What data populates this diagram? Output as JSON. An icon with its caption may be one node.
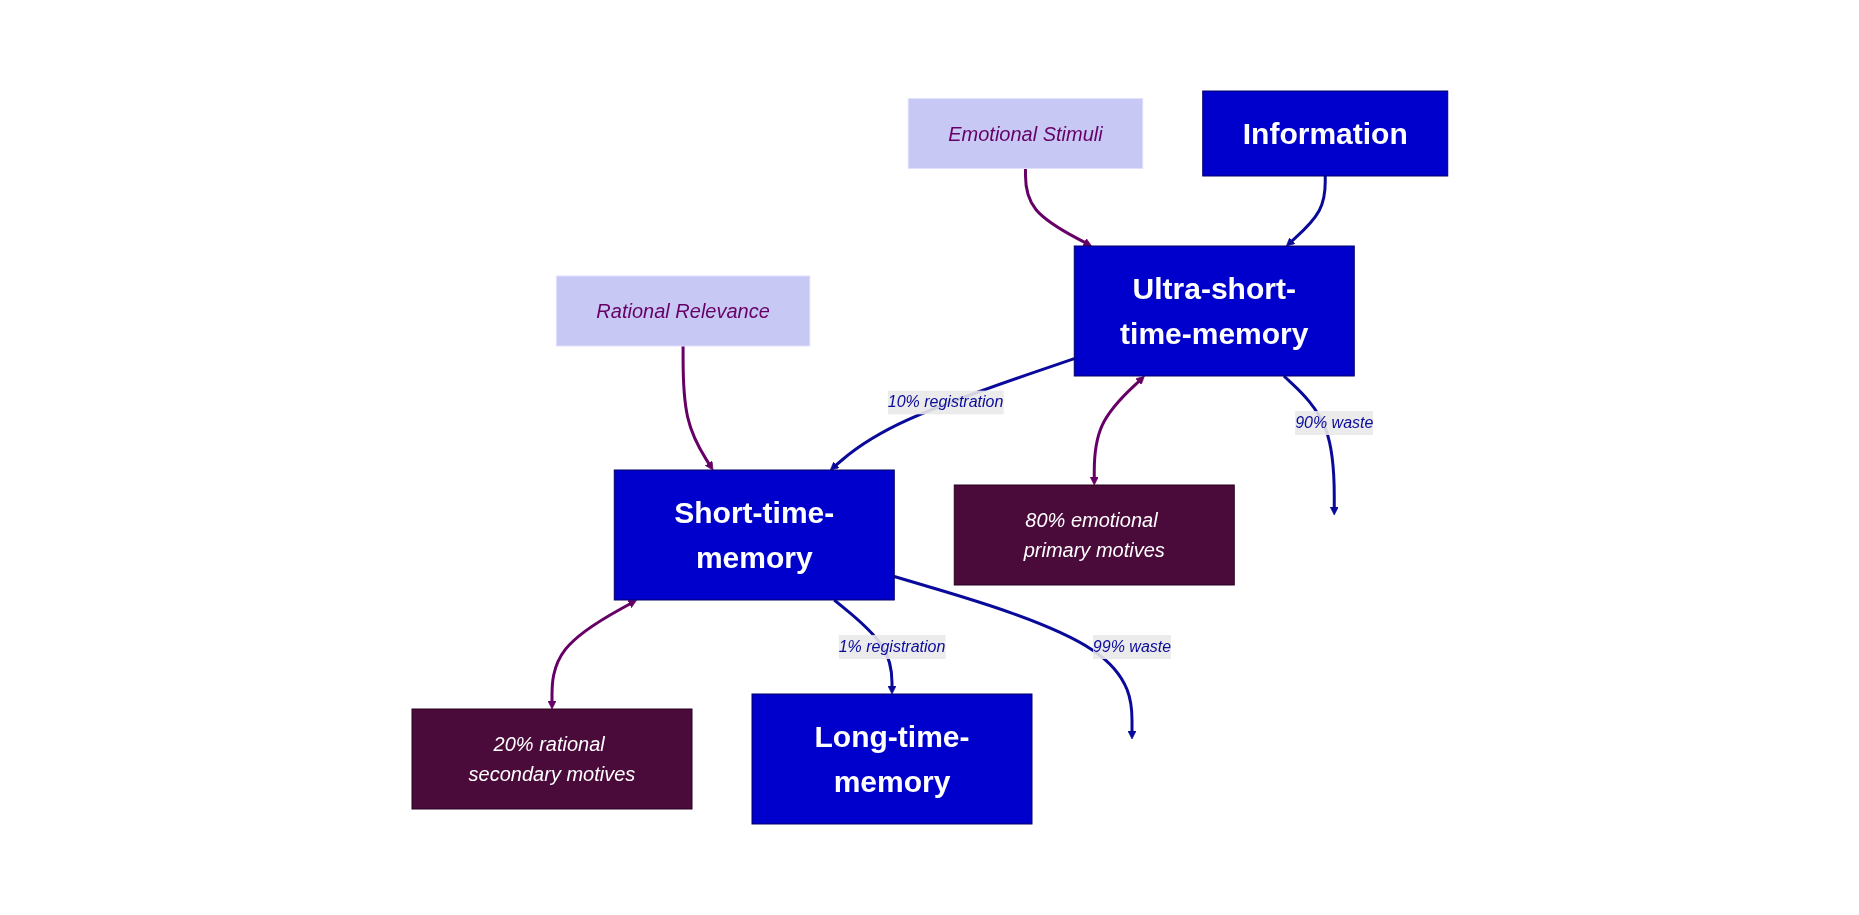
{
  "diagram": {
    "nodes": [
      {
        "text": [
          "Information"
        ]
      },
      {
        "text": [
          "Ultra-short-time-memory"
        ]
      },
      {
        "text": [
          "Short-time-memory"
        ]
      },
      {
        "text": [
          "Long-time-memory"
        ]
      },
      {
        "text": [
          "Emotional Stimuli"
        ]
      },
      {
        "text": [
          "Rational Relevance"
        ]
      },
      {
        "text": [
          "80% emotional primary motives"
        ]
      },
      {
        "text": [
          "20% rational secondary motives"
        ]
      }
    ],
    "edges": [
      {
        "from": 0,
        "to": 1,
        "arrow": "to"
      },
      {
        "from": 4,
        "to": 1,
        "arrow": "to",
        "color": "#660066"
      },
      {
        "from": 1,
        "to": 6,
        "arrow": "both",
        "color": "#660066"
      },
      {
        "from": 1,
        "to": 2,
        "arrow": "to",
        "label": "10% registration"
      },
      {
        "from": 1,
        "to": null,
        "arrow": "to",
        "label": "90% waste"
      },
      {
        "from": 5,
        "to": 2,
        "arrow": "to",
        "color": "#660066"
      },
      {
        "from": 2,
        "to": 7,
        "arrow": "both",
        "color": "#660066"
      },
      {
        "from": 2,
        "to": 3,
        "arrow": "to",
        "label": "1% registration"
      },
      {
        "from": 2,
        "to": null,
        "arrow": "to",
        "label": "99% waste"
      }
    ]
  }
}
